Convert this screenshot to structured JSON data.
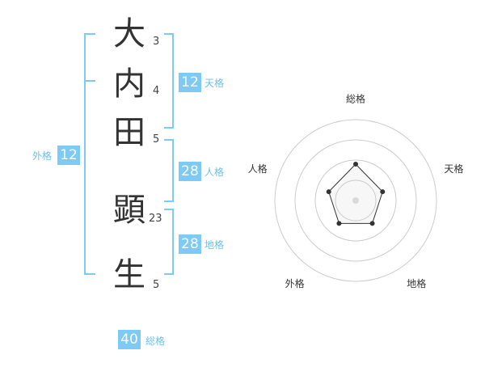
{
  "name": {
    "chars": [
      {
        "char": "大",
        "strokes": "3"
      },
      {
        "char": "内",
        "strokes": "4"
      },
      {
        "char": "田",
        "strokes": "5"
      },
      {
        "char": "顕",
        "strokes": "23"
      },
      {
        "char": "生",
        "strokes": "5"
      }
    ]
  },
  "kaku": {
    "tenkaku": {
      "value": "12",
      "label": "天格"
    },
    "jinkaku": {
      "value": "28",
      "label": "人格"
    },
    "chikaku": {
      "value": "28",
      "label": "地格"
    },
    "gaikaku": {
      "value": "12",
      "label": "外格"
    },
    "soukaku": {
      "value": "40",
      "label": "総格"
    }
  },
  "colors": {
    "accent": "#7ccaf5",
    "accent_text": "#6cc0ee",
    "text": "#333333",
    "grid": "#cccccc"
  },
  "chart_data": {
    "type": "radar",
    "axes": [
      "総格",
      "天格",
      "地格",
      "外格",
      "人格"
    ],
    "values": [
      0.45,
      0.35,
      0.35,
      0.35,
      0.35
    ],
    "rings": 4
  }
}
